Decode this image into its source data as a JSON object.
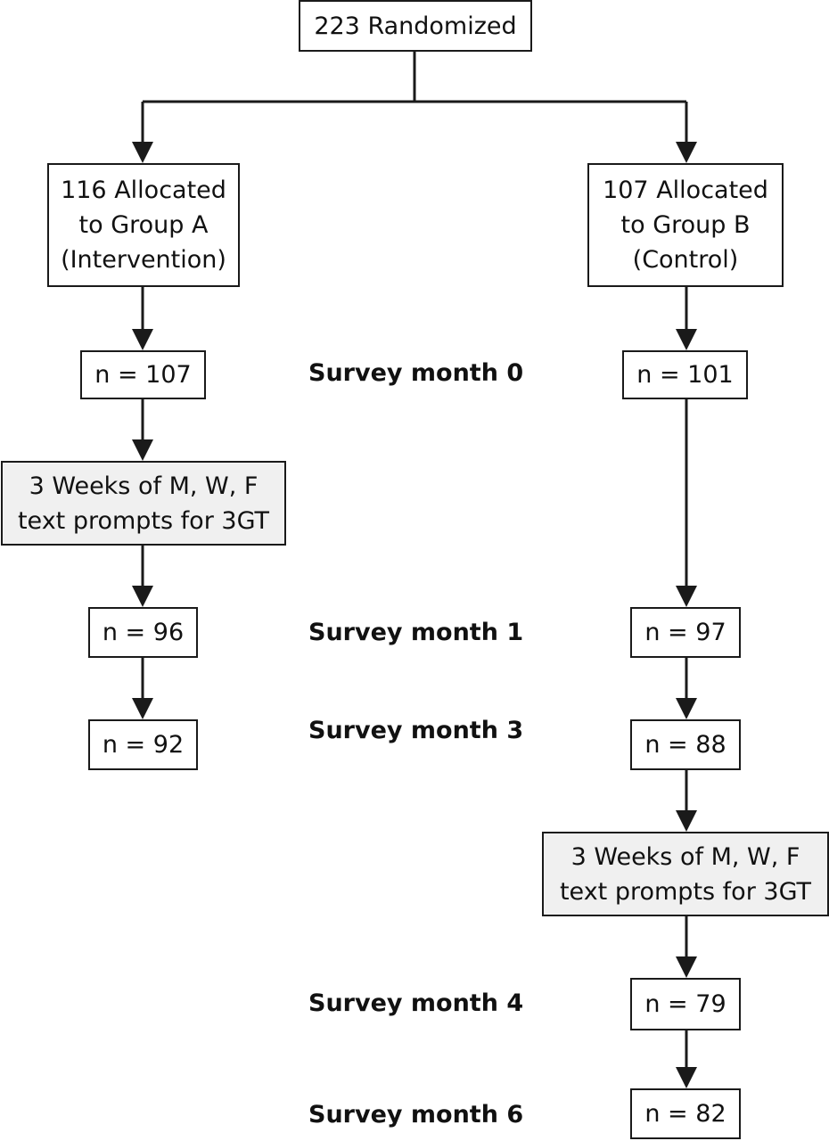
{
  "colors": {
    "line": "#1a1a1a",
    "box_fill": "#ffffff",
    "shaded_fill": "#f0f0f0"
  },
  "boxes": {
    "randomized": "223 Randomized",
    "group_a": "116 Allocated\nto Group A\n(Intervention)",
    "group_b": "107 Allocated\nto Group B\n(Control)",
    "a_month0": "n = 107",
    "b_month0": "n = 101",
    "a_intervention": "3 Weeks of M, W, F\ntext prompts for 3GT",
    "a_month1": "n = 96",
    "b_month1": "n = 97",
    "a_month3": "n = 92",
    "b_month3": "n = 88",
    "b_intervention": "3 Weeks of M, W, F\ntext prompts for 3GT",
    "b_month4": "n = 79",
    "b_month6": "n = 82"
  },
  "labels": {
    "month0": "Survey month 0",
    "month1": "Survey month 1",
    "month3": "Survey month 3",
    "month4": "Survey month 4",
    "month6": "Survey month 6"
  }
}
